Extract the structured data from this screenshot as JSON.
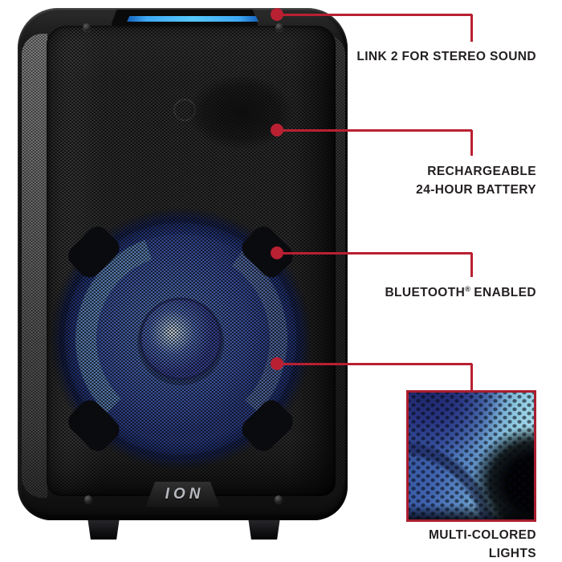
{
  "page": {
    "background": "#ffffff"
  },
  "colors": {
    "accent_red": "#b92032",
    "inset_border_red": "#a91e30",
    "label_text": "#231f20",
    "led_blue": "#56c8ff",
    "woofer_blue": "#4668c0"
  },
  "speaker": {
    "brand_label": "ION"
  },
  "callouts": [
    {
      "name": "link-stereo",
      "lines": [
        "LINK 2 FOR STEREO SOUND"
      ]
    },
    {
      "name": "battery",
      "lines": [
        "RECHARGEABLE",
        "24-HOUR BATTERY"
      ]
    },
    {
      "name": "bluetooth",
      "pre": "BLUETOOTH",
      "reg": "®",
      "post": "ENABLED"
    },
    {
      "name": "lights",
      "lines": [
        "MULTI-COLORED",
        "LIGHTS"
      ]
    }
  ]
}
